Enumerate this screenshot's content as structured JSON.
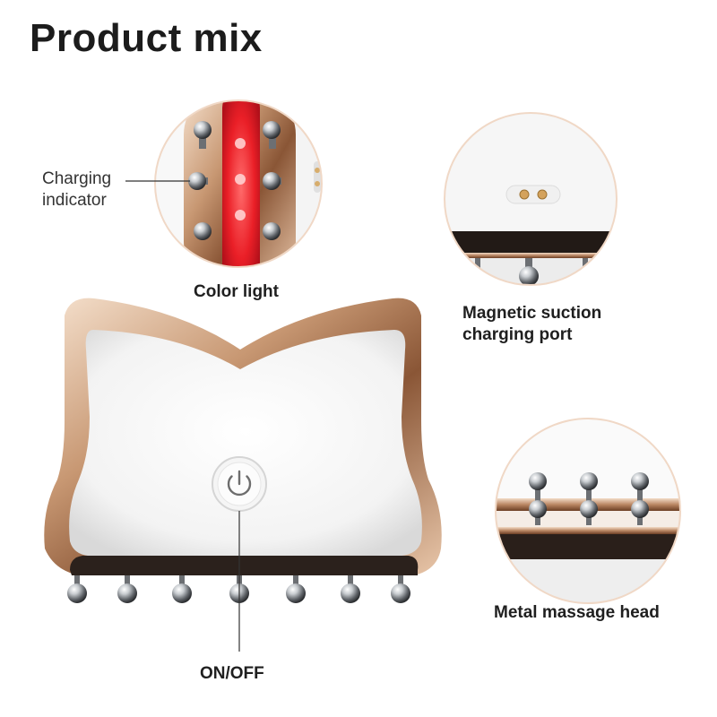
{
  "title": "Product mix",
  "callouts": {
    "charging_indicator": "Charging\nindicator",
    "color_light": "Color light",
    "magnetic_port": "Magnetic suction\ncharging port",
    "metal_head": "Metal massage head",
    "on_off": "ON/OFF"
  },
  "colors": {
    "gold": "#c99a74",
    "gold_light": "#f2d9c4",
    "gold_dark": "#7a4a2c",
    "red_light": "#e8232a",
    "white_body": "#fbfbfb",
    "chrome": "#9aa0a6"
  },
  "icons": {
    "power": "power-icon"
  }
}
